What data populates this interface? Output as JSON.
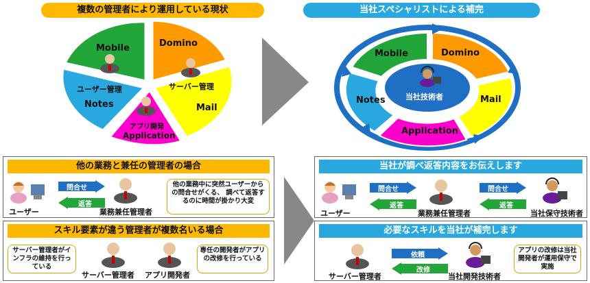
{
  "colors": {
    "green": "#22a63a",
    "orange": "#ff9900",
    "yellow": "#ffff00",
    "magenta": "#ff00cc",
    "blue": "#29a8e0",
    "gold": "#ffb800",
    "ringblue": "#1f6fc5"
  },
  "left_diagram": {
    "title": "複数の管理者により運用している現状",
    "segments": {
      "mobile": "Mobile",
      "domino": "Domino",
      "user_mgmt": "ユーザー管理",
      "notes": "Notes",
      "server_mgmt": "サーバー管理",
      "mail": "Mail",
      "app_dev": "アプリ開発",
      "application": "Application"
    }
  },
  "right_diagram": {
    "title": "当社スペシャリストによる補完",
    "segments": {
      "mobile": "Mobile",
      "domino": "Domino",
      "notes": "Notes",
      "mail": "Mail",
      "application": "Application"
    },
    "center": "当社技術者"
  },
  "panel_tl": {
    "title": "他の業務と兼任の管理者の場合",
    "inquiry": "問合せ",
    "reply": "返答",
    "user": "ユーザー",
    "admin": "業務兼任管理者",
    "note": "他の業務中に突然ユーザーからの問合せがくる、 調べて返答するのに時間が掛かり大変"
  },
  "panel_bl": {
    "title": "スキル要素が違う管理者が複数名いる場合",
    "note_left": "サーバー管理者がインフラの維持を行っている",
    "server_admin": "サーバー管理者",
    "app_dev": "アプリ開発者",
    "note_right": "専任の開発者がアプリの改修を行っている"
  },
  "panel_tr": {
    "title": "当社が調べ返答内容をお伝えします",
    "inquiry1": "問合せ",
    "reply1": "返答",
    "inquiry2": "問合せ",
    "reply2": "返答",
    "user": "ユーザー",
    "admin": "業務兼任管理者",
    "support": "当社保守技術者"
  },
  "panel_br": {
    "title": "必要なスキルを当社が補完します",
    "request": "依頼",
    "fix": "改修",
    "server_admin": "サーバー管理者",
    "developer": "当社開発技術者",
    "note": "アプリの改修は当社開発者が運用保守で実施"
  }
}
